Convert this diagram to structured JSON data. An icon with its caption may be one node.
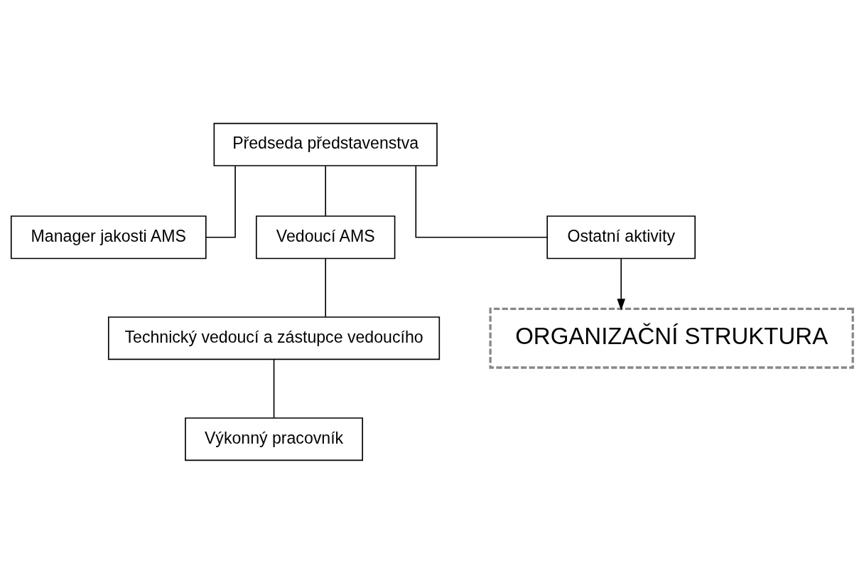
{
  "diagram": {
    "nodes": [
      {
        "text": [
          "Předseda představenstva"
        ]
      },
      {
        "text": [
          "Manager jakosti AMS"
        ]
      },
      {
        "text": [
          "Vedoucí AMS"
        ]
      },
      {
        "text": [
          "Ostatní aktivity"
        ]
      },
      {
        "text": [
          "Technický vedoucí a zástupce vedoucího"
        ]
      },
      {
        "text": [
          "Výkonný pracovník"
        ]
      },
      {
        "text": [
          "ORGANIZAČNÍ STRUKTURA"
        ]
      }
    ],
    "edges": [
      {
        "from": 0,
        "to": 1,
        "arrow": "none"
      },
      {
        "from": 0,
        "to": 2,
        "arrow": "none"
      },
      {
        "from": 0,
        "to": 3,
        "arrow": "none"
      },
      {
        "from": 2,
        "to": 4,
        "arrow": "none"
      },
      {
        "from": 4,
        "to": 5,
        "arrow": "none"
      },
      {
        "from": 3,
        "to": 6,
        "arrow": "to"
      }
    ]
  }
}
